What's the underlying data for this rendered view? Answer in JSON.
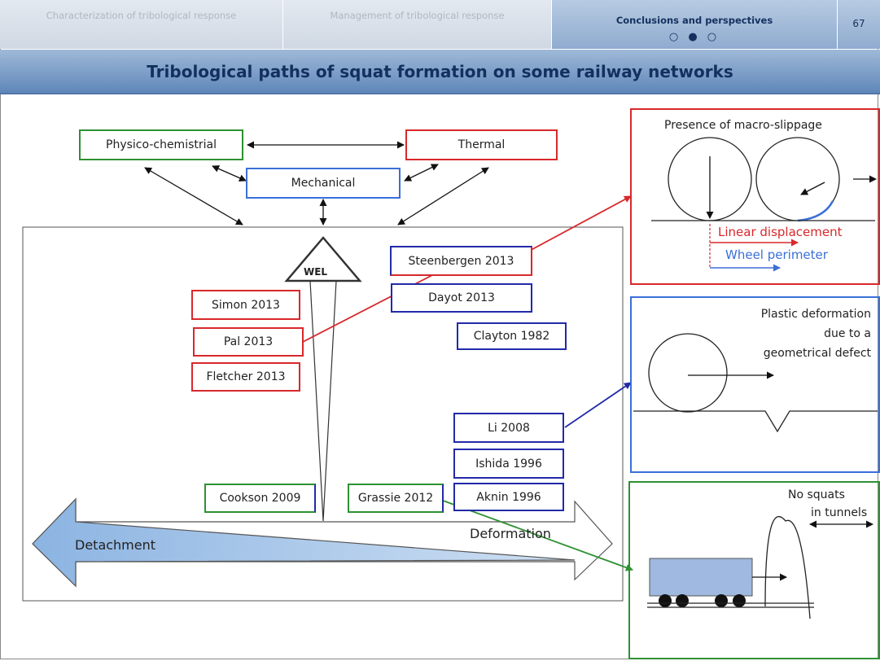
{
  "nav": {
    "tab1": "Characterization of tribological response",
    "tab2": "Management of tribological response",
    "tab3": "Conclusions and perspectives",
    "tab3_dots": "○ ● ○",
    "page_number": "67"
  },
  "title": "Tribological paths of squat formation on some railway networks",
  "categories": {
    "physico": "Physico-chemistrial",
    "thermal": "Thermal",
    "mechanical": "Mechanical"
  },
  "wel": "WEL",
  "references": {
    "steenbergen": "Steenbergen 2013",
    "dayot": "Dayot 2013",
    "clayton": "Clayton 1982",
    "simon": "Simon 2013",
    "pal": "Pal 2013",
    "fletcher": "Fletcher 2013",
    "li": "Li 2008",
    "ishida": "Ishida 1996",
    "aknin": "Aknin 1996",
    "cookson": "Cookson 2009",
    "grassie": "Grassie 2012"
  },
  "axis": {
    "left": "Detachment",
    "right": "Deformation"
  },
  "panels": {
    "slippage": {
      "title": "Presence of macro-slippage",
      "linear": "Linear displacement",
      "perimeter": "Wheel perimeter"
    },
    "plastic": {
      "line1": "Plastic deformation",
      "line2": "due to a",
      "line3": "geometrical defect"
    },
    "tunnel": {
      "line1": "No squats",
      "line2": "in tunnels"
    }
  },
  "colors": {
    "green": "#2e9132",
    "red": "#d8282b",
    "blue": "#3a6fd8",
    "navy": "#222aa8",
    "arrow_blue": "#8cb4e2"
  }
}
